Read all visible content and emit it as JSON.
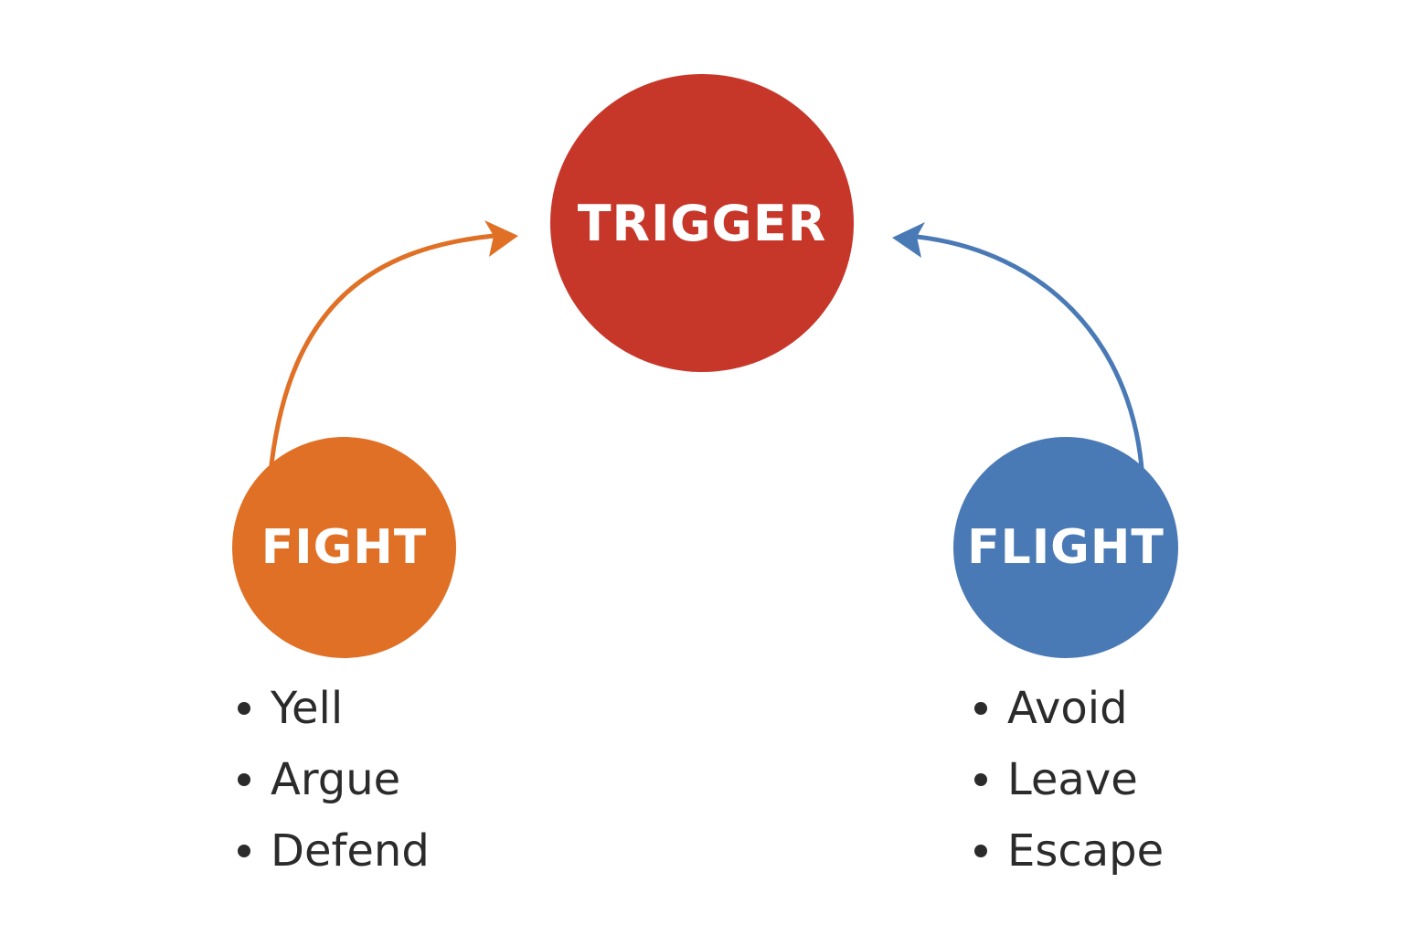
{
  "colors": {
    "trigger": "#C6372A",
    "fight": "#E07025",
    "flight": "#4A7AB6",
    "text": "#2b2b2b",
    "background": "#ffffff"
  },
  "nodes": {
    "trigger": {
      "label": "TRIGGER"
    },
    "fight": {
      "label": "FIGHT"
    },
    "flight": {
      "label": "FLIGHT"
    }
  },
  "lists": {
    "fight": [
      "Yell",
      "Argue",
      "Defend"
    ],
    "flight": [
      "Avoid",
      "Leave",
      "Escape"
    ]
  },
  "arrows": [
    {
      "from": "fight",
      "to": "trigger",
      "color_key": "fight",
      "icon": "curved-arrow"
    },
    {
      "from": "flight",
      "to": "trigger",
      "color_key": "flight",
      "icon": "curved-arrow"
    }
  ]
}
